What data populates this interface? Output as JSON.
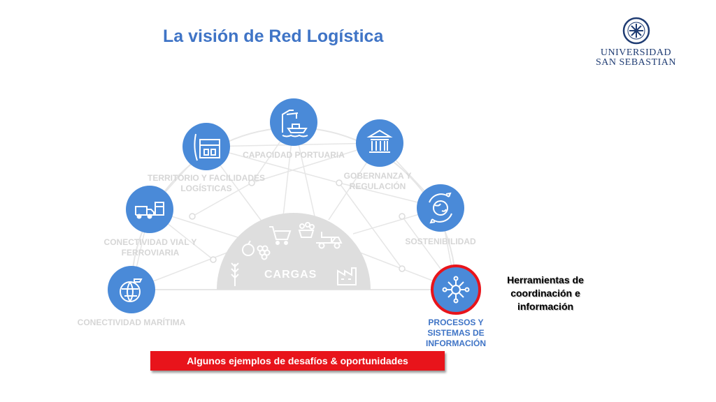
{
  "title": "La visión de Red Logística",
  "logo": {
    "line1": "UNIVERSIDAD",
    "line2": "SAN SEBASTIAN",
    "seal_icon": "university-seal-icon"
  },
  "center": {
    "label": "CARGAS"
  },
  "nodes": [
    {
      "label": "CONECTIVIDAD MARÍTIMA",
      "icon": "globe-ship-icon",
      "active": false
    },
    {
      "label": "CONECTIVIDAD VIAL Y FERROVIARIA",
      "icon": "truck-train-icon",
      "active": false
    },
    {
      "label": "TERRITORIO Y FACILIDADES LOGÍSTICAS",
      "icon": "warehouse-map-icon",
      "active": false
    },
    {
      "label": "CAPACIDAD PORTUARIA",
      "icon": "port-crane-ship-icon",
      "active": false
    },
    {
      "label": "GOBERNANZA Y REGULACIÓN",
      "icon": "government-building-icon",
      "active": false
    },
    {
      "label": "SOSTENIBILIDAD",
      "icon": "recycle-globe-icon",
      "active": false
    },
    {
      "label": "PROCESOS Y SISTEMAS DE INFORMACIÓN",
      "icon": "network-hub-icon",
      "active": true
    }
  ],
  "side_text": "Herramientas de coordinación e información",
  "banner": "Algunos ejemplos de desafíos & oportunidades",
  "colors": {
    "title": "#3f74c6",
    "node": "#4a8ad8",
    "highlight_ring": "#e8141b",
    "banner": "#e8141b",
    "dome": "#dedede",
    "lines": "#e3e3e3"
  }
}
